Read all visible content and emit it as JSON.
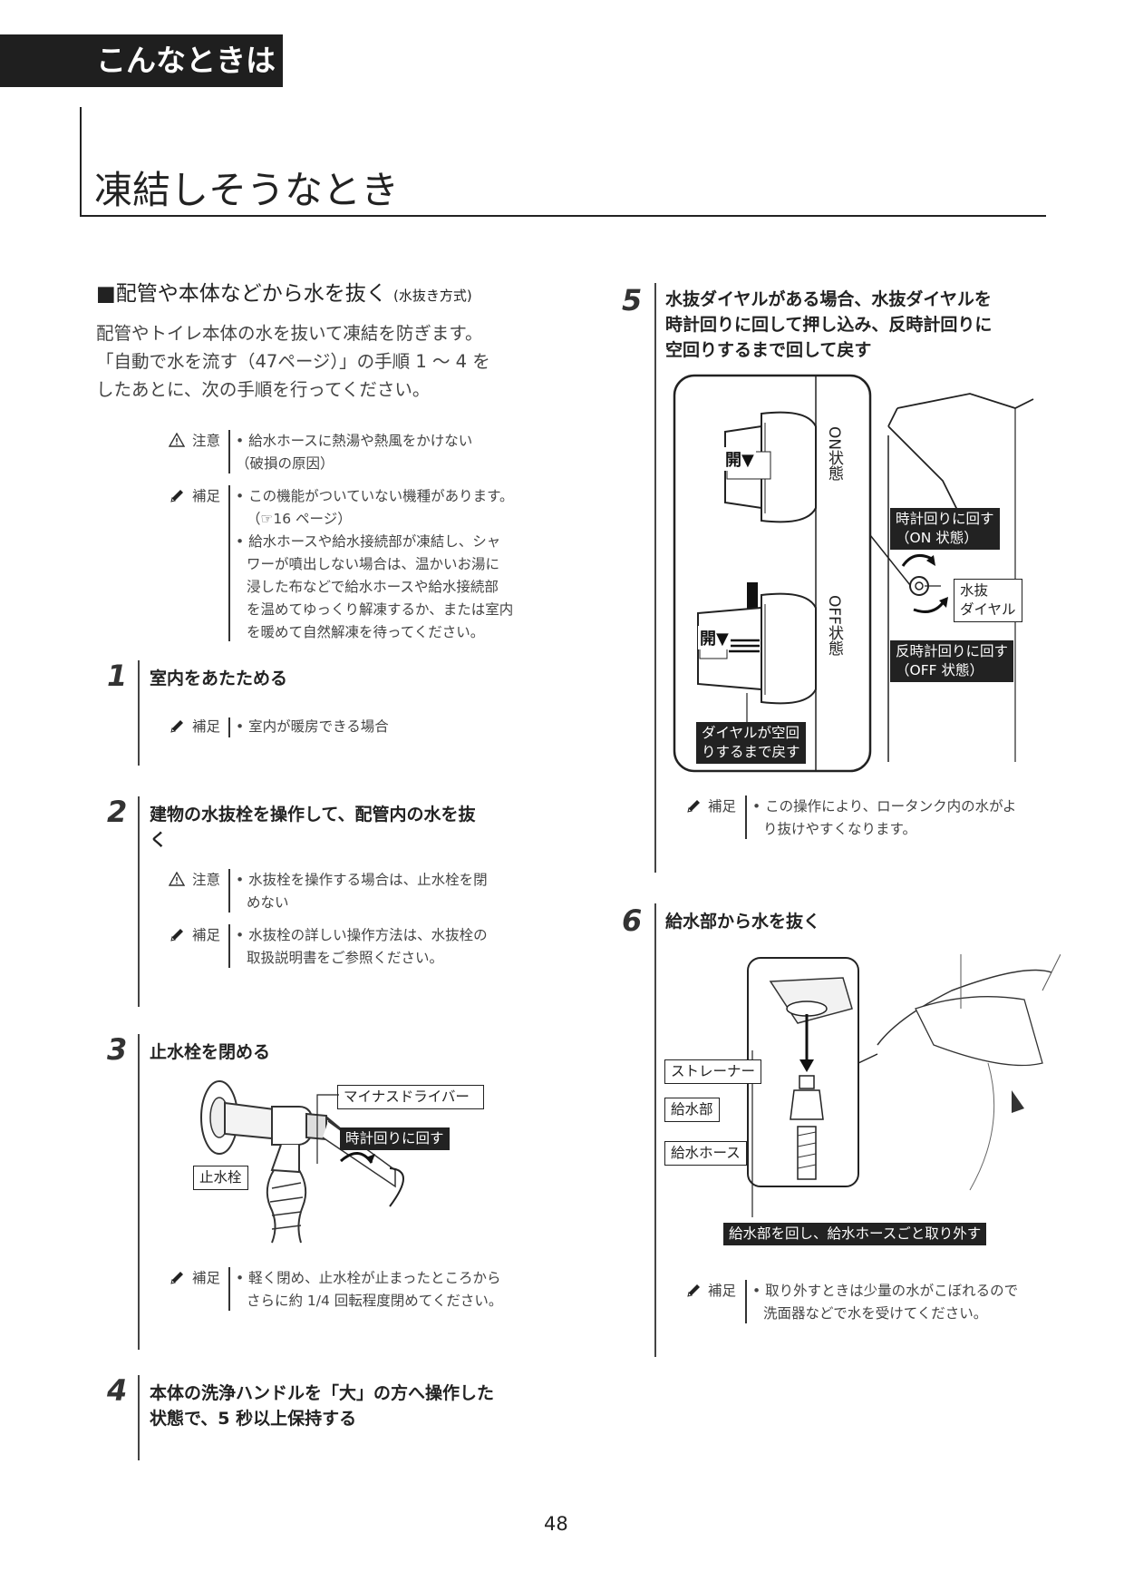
{
  "header": {
    "tab_label": "こんなときは"
  },
  "page_title": "凍結しそうなとき",
  "section": {
    "heading": "■配管や本体などから水を抜く",
    "heading_small": "(水抜き方式)",
    "intro_line1": "配管やトイレ本体の水を抜いて凍結を防ぎます。",
    "intro_line2": "「自動で水を流す（47ページ）」の手順 1 ～ 4 を",
    "intro_line3": "したあとに、次の手順を行ってください。"
  },
  "notes_intro": [
    {
      "label": "注意",
      "icon": "warning-icon",
      "lines": [
        "• 給水ホースに熱湯や熱風をかけない",
        "（破損の原因）"
      ]
    },
    {
      "label": "補足",
      "icon": "pencil-icon",
      "lines": [
        "• この機能がついていない機種があります。",
        "（☞16 ページ）",
        "• 給水ホースや給水接続部が凍結し、シャ",
        "ワーが噴出しない場合は、温かいお湯に",
        "浸した布などで給水ホースや給水接続部",
        "を温めてゆっくり解凍するか、または室内",
        "を暖めて自然解凍を待ってください。"
      ]
    }
  ],
  "steps": [
    {
      "num": "1",
      "title": [
        "室内をあたためる"
      ],
      "notes": [
        {
          "label": "補足",
          "lines": [
            "• 室内が暖房できる場合"
          ]
        }
      ]
    },
    {
      "num": "2",
      "title": [
        "建物の水抜栓を操作して、配管内の水を抜",
        "く"
      ],
      "notes": [
        {
          "label": "注意",
          "lines": [
            "• 水抜栓を操作する場合は、止水栓を閉",
            "めない"
          ]
        },
        {
          "label": "補足",
          "lines": [
            "• 水抜栓の詳しい操作方法は、水抜栓の",
            "取扱説明書をご参照ください。"
          ]
        }
      ]
    },
    {
      "num": "3",
      "title": [
        "止水栓を閉める"
      ],
      "callouts": {
        "driver": "マイナスドライバー",
        "clockwise": "時計回りに回す",
        "stopcock": "止水栓"
      },
      "notes": [
        {
          "label": "補足",
          "lines": [
            "• 軽く閉め、止水栓が止まったところから",
            "さらに約 1/4 回転程度閉めてください。"
          ]
        }
      ]
    },
    {
      "num": "4",
      "title": [
        "本体の洗浄ハンドルを「大」の方へ操作した",
        "状態で、5 秒以上保持する"
      ]
    },
    {
      "num": "5",
      "title": [
        "水抜ダイヤルがある場合、水抜ダイヤルを",
        "時計回りに回して押し込み、反時計回りに",
        "空回りするまで回して戻す"
      ],
      "callouts": {
        "open_label": "開▼",
        "on_state": "ON状態",
        "off_state": "OFF状態",
        "cw_1": "時計回りに回す",
        "cw_2": "（ON 状態）",
        "dial_1": "水抜",
        "dial_2": "ダイヤル",
        "ccw_1": "反時計回りに回す",
        "ccw_2": "（OFF 状態）",
        "idle_1": "ダイヤルが空回",
        "idle_2": "りするまで戻す"
      },
      "notes": [
        {
          "label": "補足",
          "lines": [
            "• この操作により、ロータンク内の水がよ",
            "り抜けやすくなります。"
          ]
        }
      ]
    },
    {
      "num": "6",
      "title": [
        "給水部から水を抜く"
      ],
      "callouts": {
        "strainer": "ストレーナー",
        "supply": "給水部",
        "hose": "給水ホース",
        "turn": "給水部を回し、給水ホースごと取り外す"
      },
      "notes": [
        {
          "label": "補足",
          "lines": [
            "• 取り外すときは少量の水がこぼれるので",
            "洗面器などで水を受けてください。"
          ]
        }
      ]
    }
  ],
  "page_number": "48"
}
